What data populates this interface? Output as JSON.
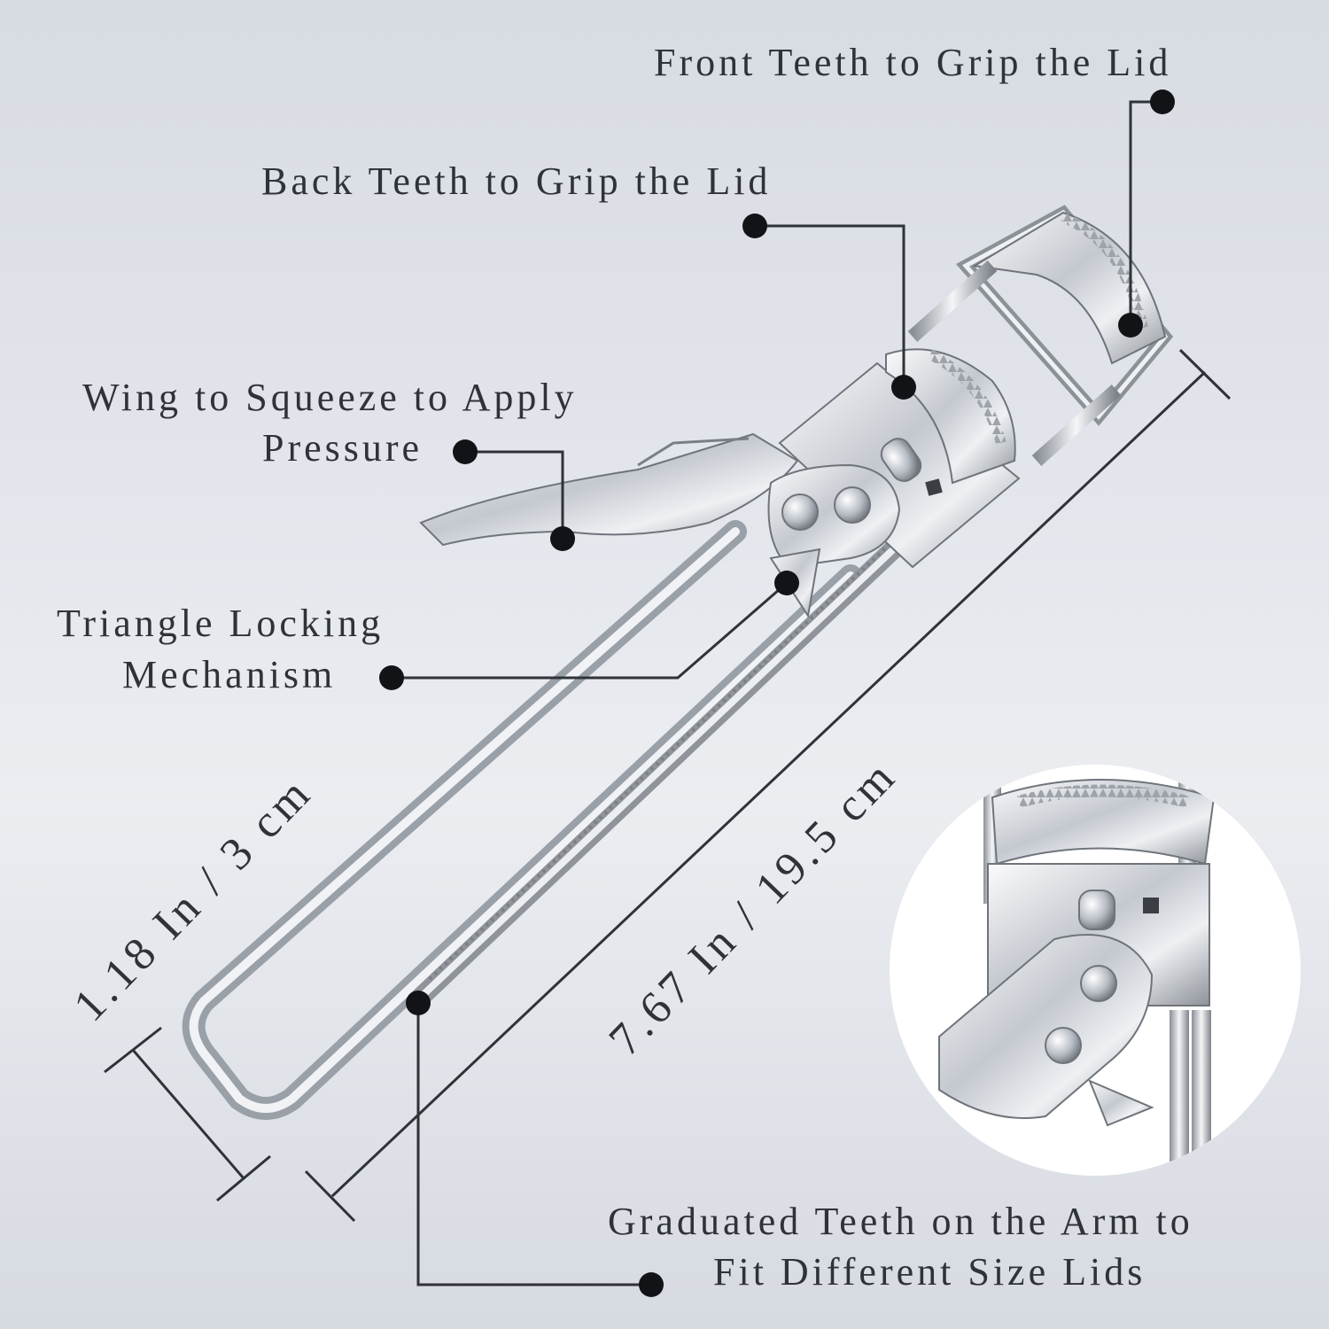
{
  "callouts": {
    "front_teeth": "Front Teeth to Grip the Lid",
    "back_teeth": "Back Teeth to Grip the Lid",
    "wing_line1": "Wing to Squeeze to Apply",
    "wing_line2": "Pressure",
    "triangle_line1": "Triangle Locking",
    "triangle_line2": "Mechanism",
    "graduated_line1": "Graduated Teeth on the Arm to",
    "graduated_line2": "Fit Different Size Lids"
  },
  "dimensions": {
    "width": "1.18 In / 3 cm",
    "length": "7.67 In / 19.5 cm"
  },
  "colors": {
    "ink": "#2f3338",
    "steel_light": "#f4f5f7",
    "steel_mid": "#b9bec6",
    "steel_dark": "#6d727a",
    "inset_bg": "#ffffff"
  }
}
